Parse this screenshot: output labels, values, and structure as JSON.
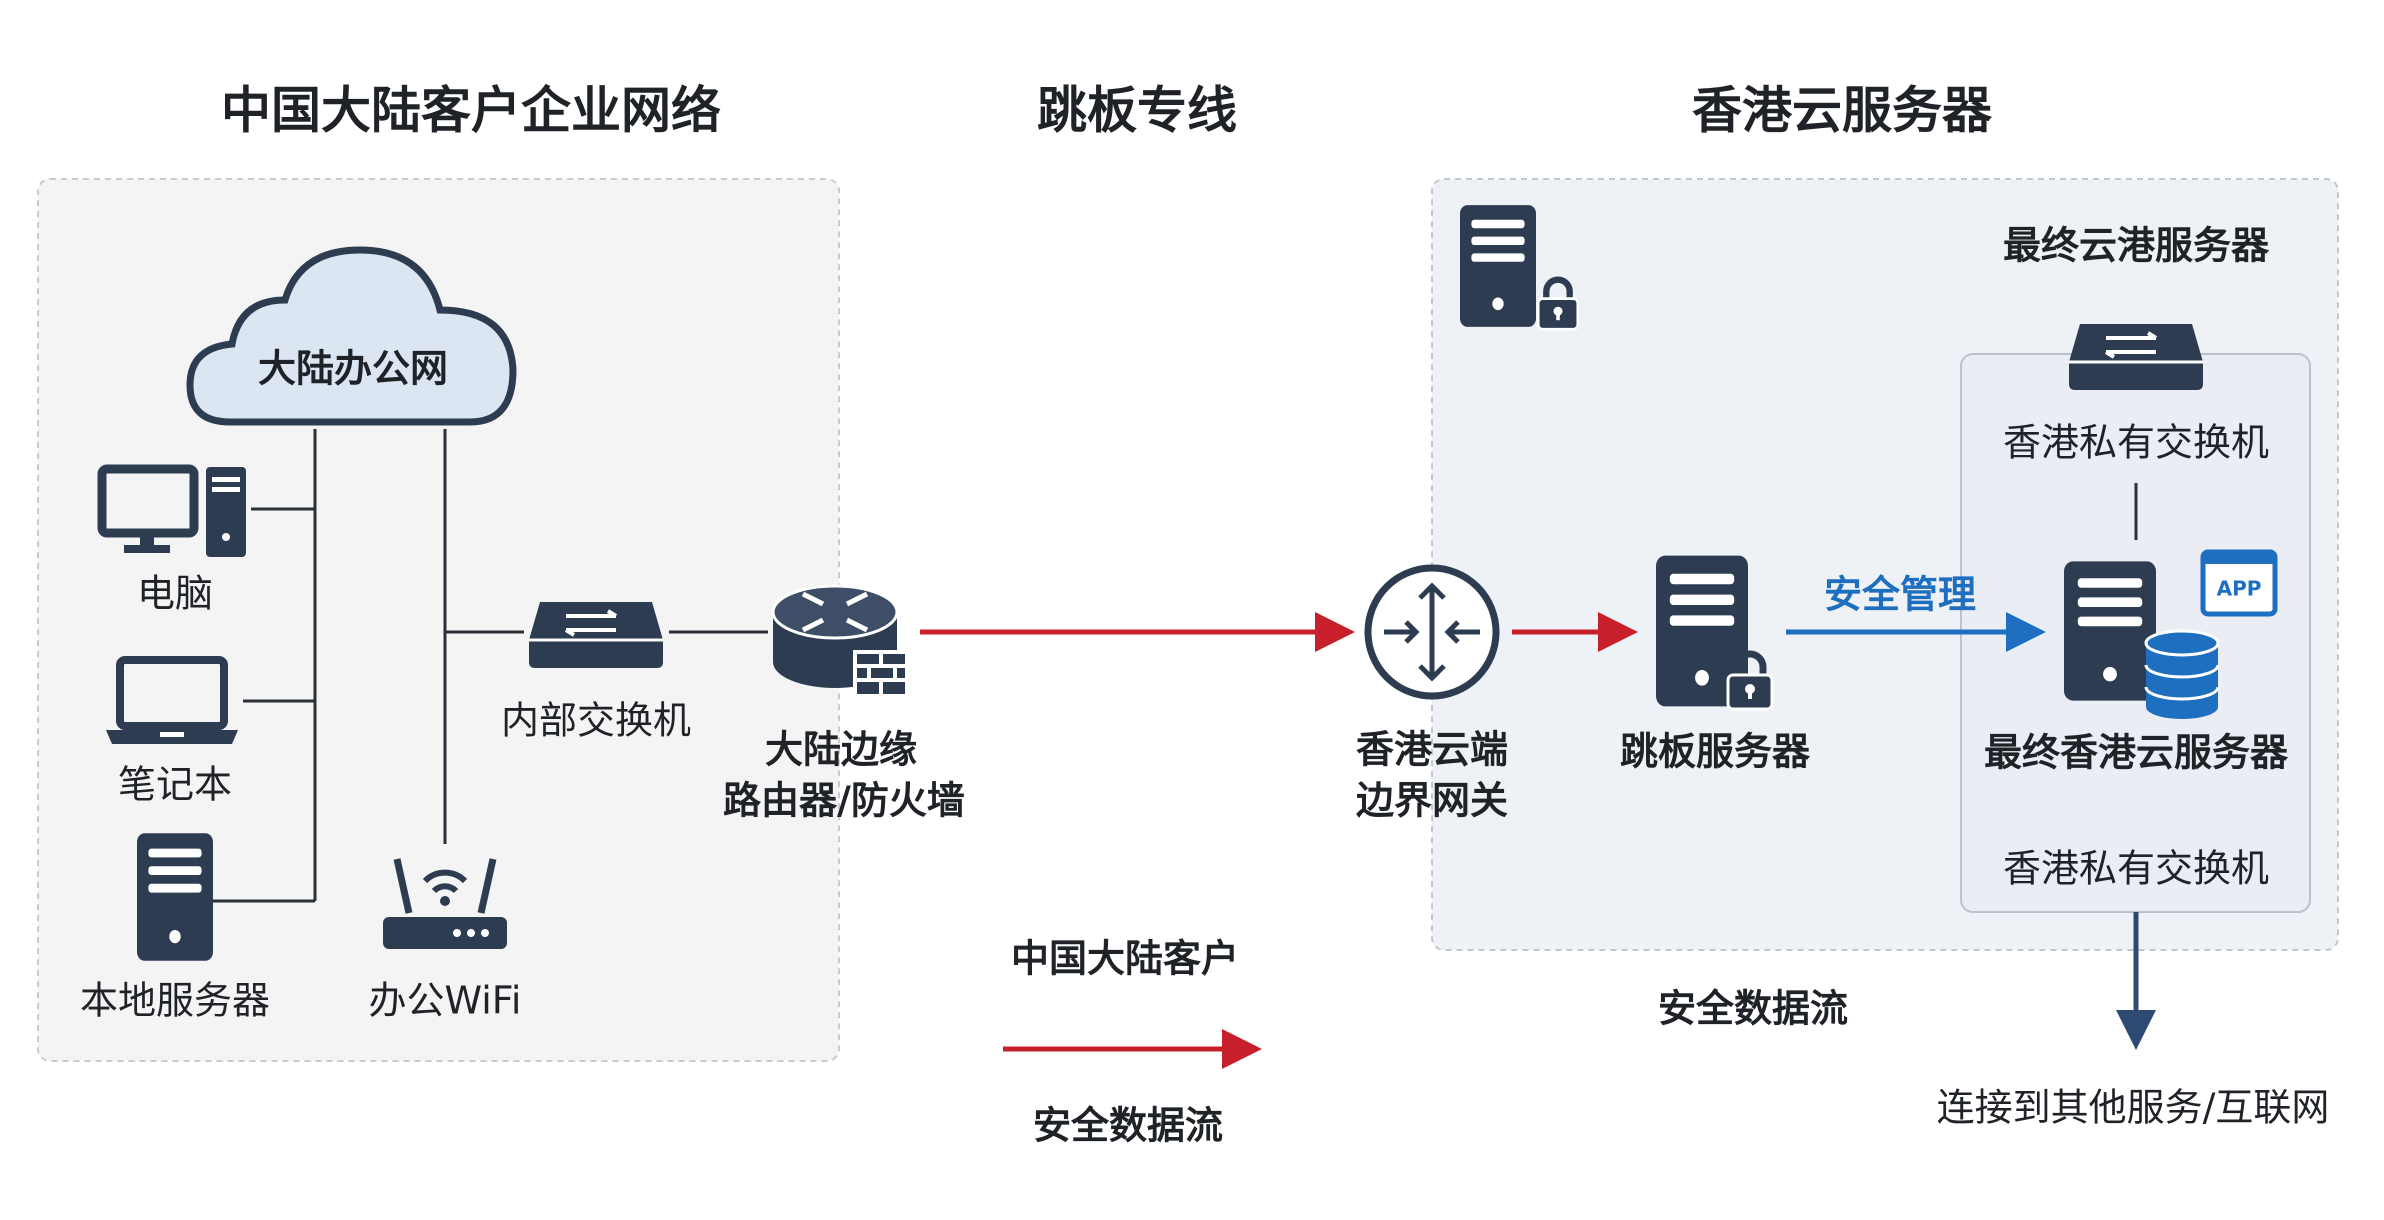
{
  "titles": {
    "left": "中国大陆客户企业网络",
    "middle": "跳板专线",
    "right": "香港云服务器"
  },
  "left": {
    "cloud": "大陆办公网",
    "pc": "电脑",
    "laptop": "笔记本",
    "local_server": "本地服务器",
    "wifi": "办公WiFi",
    "switch": "内部交换机",
    "router_line1": "大陆边缘",
    "router_line2": "路由器/防火墙"
  },
  "right": {
    "gateway_line1": "香港云端",
    "gateway_line2": "边界网关",
    "jump_server": "跳板服务器",
    "secure_mgmt": "安全管理",
    "final_group_title": "最终云港服务器",
    "private_switch_top": "香港私有交换机",
    "final_server": "最终香港云服务器",
    "private_switch_bottom": "香港私有交换机",
    "app_badge": "APP",
    "data_flow": "安全数据流",
    "outbound": "连接到其他服务/互联网"
  },
  "legend": {
    "top": "中国大陆客户",
    "bottom": "安全数据流"
  },
  "colors": {
    "ink": "#2e3c52",
    "red": "#c8202a",
    "blue": "#1f6fc0"
  }
}
